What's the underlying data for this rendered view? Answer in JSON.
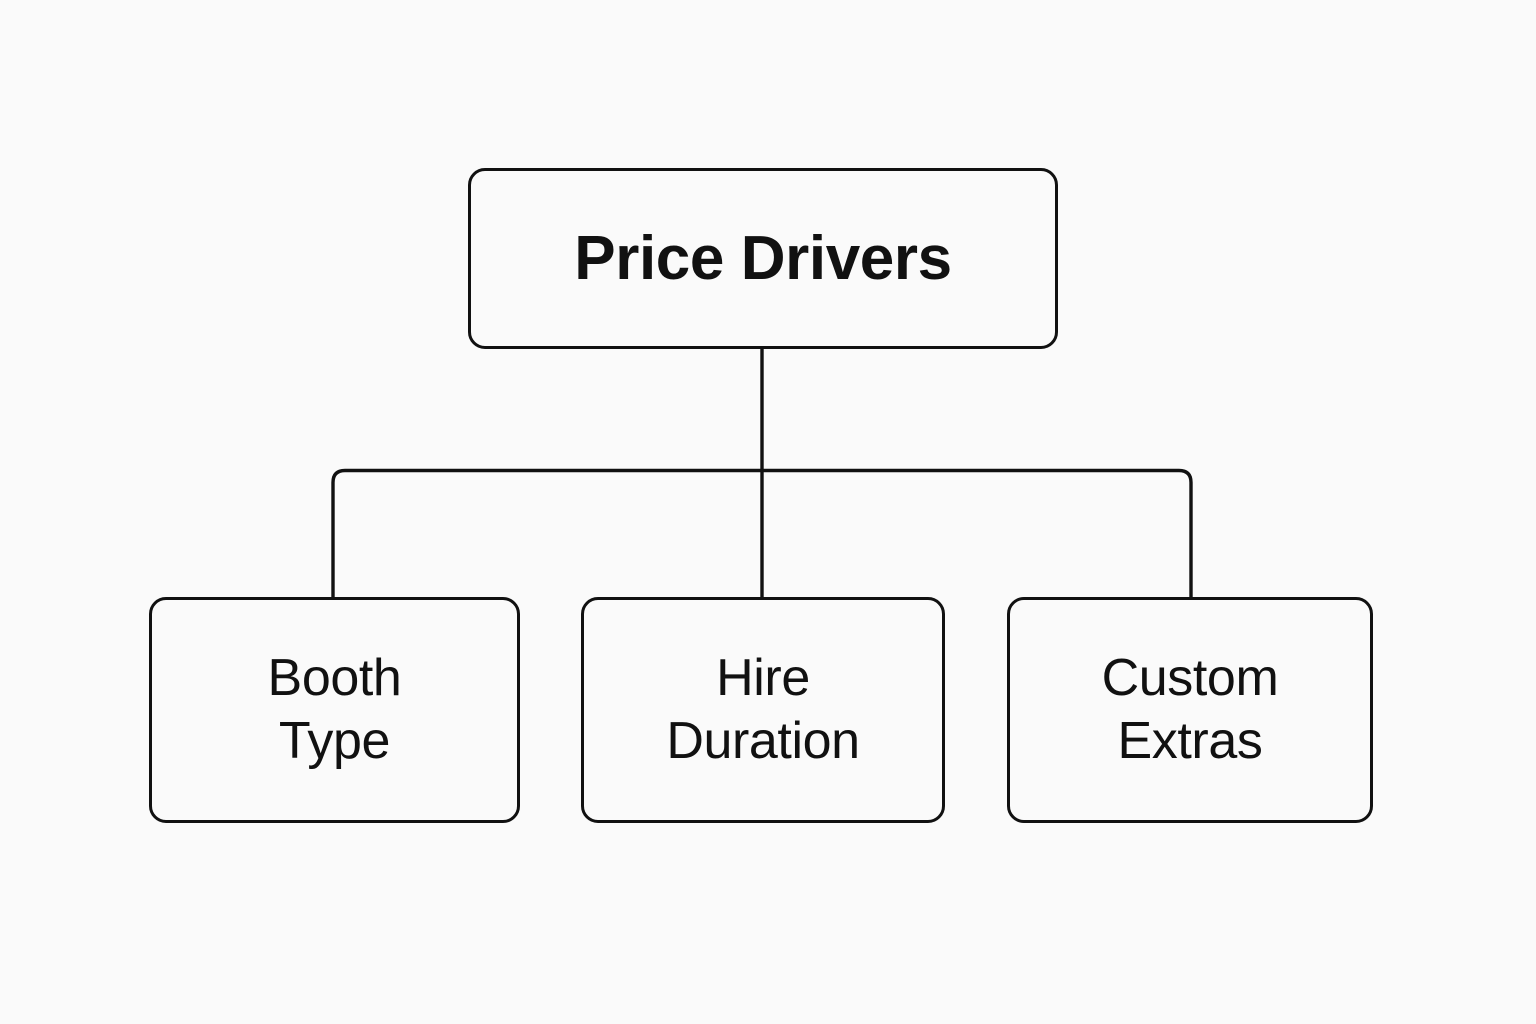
{
  "diagram": {
    "type": "hierarchy-tree",
    "background_color": "#fafafa",
    "stroke_color": "#111111",
    "text_color": "#111111",
    "root": {
      "id": "price-drivers",
      "label": "Price Drivers"
    },
    "children": [
      {
        "id": "booth-type",
        "label": "Booth\nType"
      },
      {
        "id": "hire-duration",
        "label": "Hire\nDuration"
      },
      {
        "id": "custom-extras",
        "label": "Custom\nExtras"
      }
    ]
  }
}
